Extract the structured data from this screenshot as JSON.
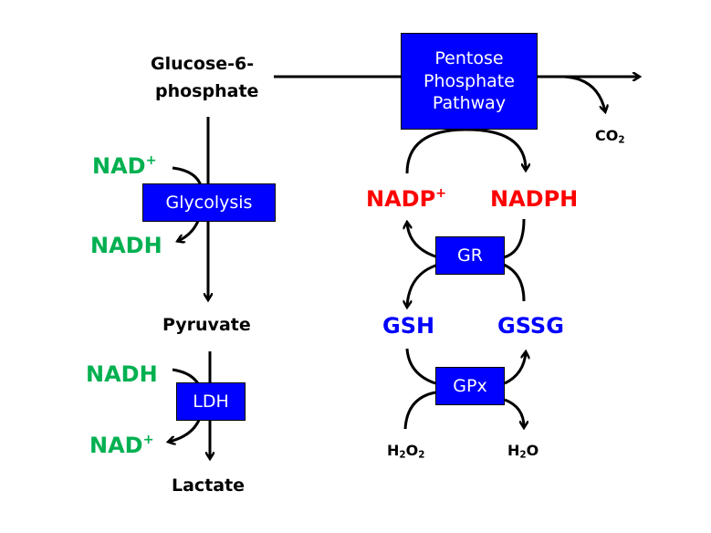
{
  "diagram": {
    "substrates": {
      "glucose6p_line1": "Glucose-6-",
      "glucose6p_line2": "phosphate",
      "pyruvate": "Pyruvate",
      "lactate": "Lactate"
    },
    "enzymes": {
      "ppp_line1": "Pentose",
      "ppp_line2": "Phosphate",
      "ppp_line3": "Pathway",
      "glycolysis": "Glycolysis",
      "ldh": "LDH",
      "gr": "GR",
      "gpx": "GPx"
    },
    "cofactors": {
      "nad": "NAD",
      "nad_sup": "+",
      "nadh": "NADH",
      "nadp": "NADP",
      "nadp_sup": "+",
      "nadph": "NADPH",
      "gsh": "GSH",
      "gssg": "GSSG"
    },
    "small_molecules": {
      "co": "CO",
      "co_sub": "2",
      "h2o2_h": "H",
      "h2o2_sub1": "2",
      "h2o2_o": "O",
      "h2o2_sub2": "2",
      "h2o_h": "H",
      "h2o_sub": "2",
      "h2o_o": "O"
    },
    "colors": {
      "enzyme_box": "#0000ff",
      "nad_green": "#00b050",
      "nadp_red": "#ff0000",
      "glutathione_blue": "#0000ff"
    }
  }
}
